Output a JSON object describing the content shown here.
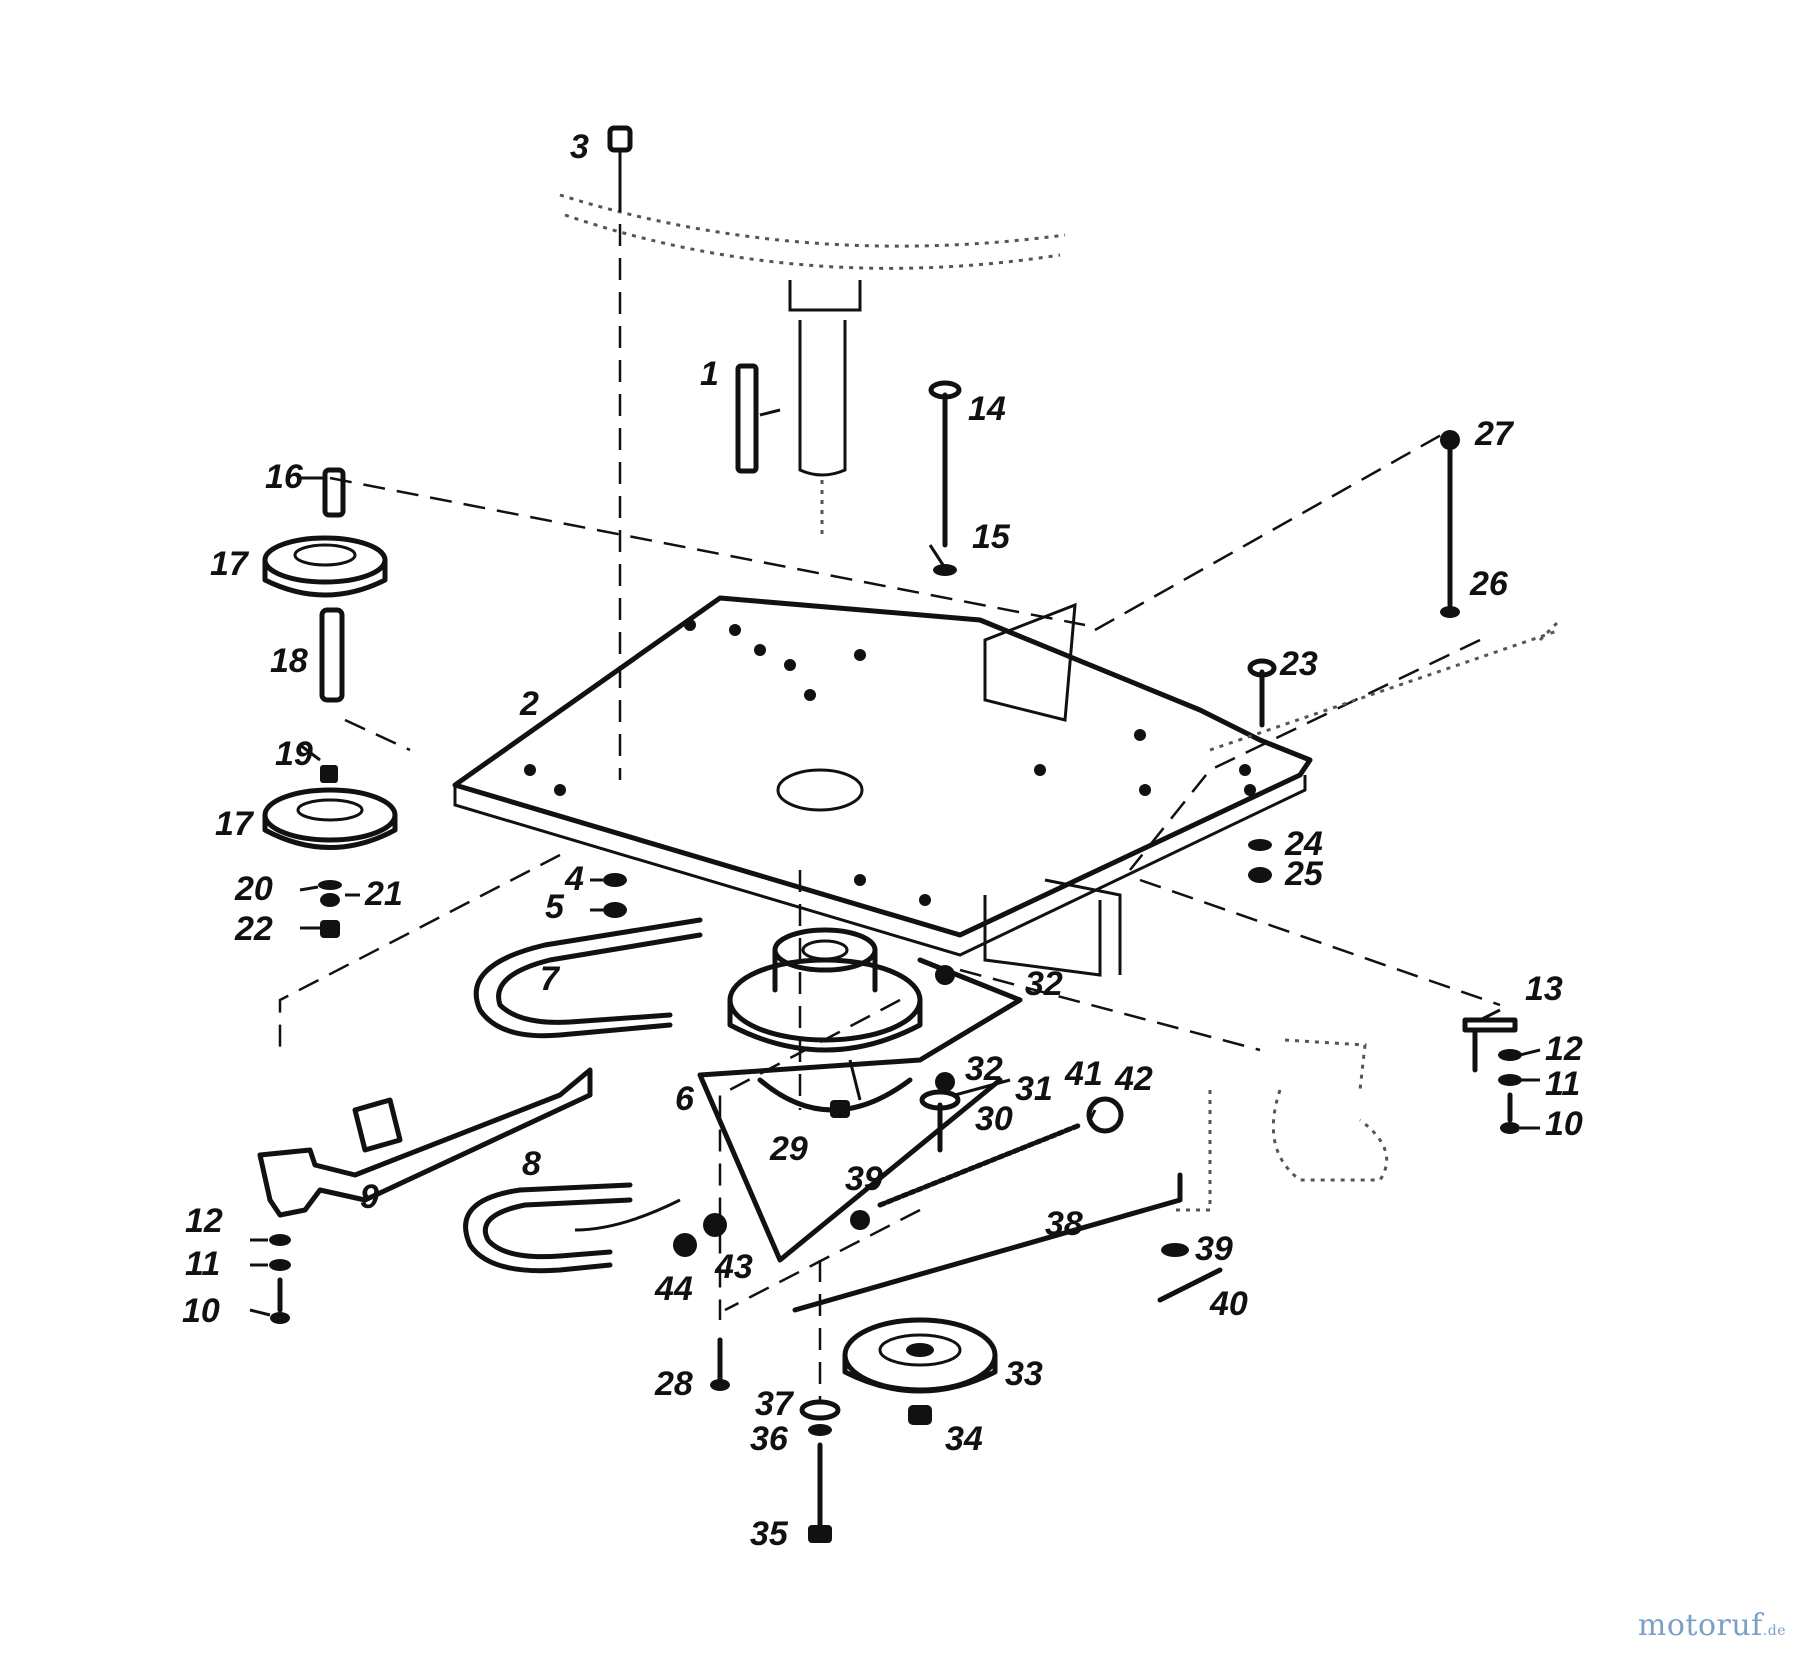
{
  "callouts": [
    {
      "id": "c3",
      "text": "3"
    },
    {
      "id": "c1",
      "text": "1"
    },
    {
      "id": "c14",
      "text": "14"
    },
    {
      "id": "c27",
      "text": "27"
    },
    {
      "id": "c16",
      "text": "16"
    },
    {
      "id": "c17a",
      "text": "17"
    },
    {
      "id": "c15",
      "text": "15"
    },
    {
      "id": "c26",
      "text": "26"
    },
    {
      "id": "c18",
      "text": "18"
    },
    {
      "id": "c23",
      "text": "23"
    },
    {
      "id": "c2",
      "text": "2"
    },
    {
      "id": "c19",
      "text": "19"
    },
    {
      "id": "c17b",
      "text": "17"
    },
    {
      "id": "c24",
      "text": "24"
    },
    {
      "id": "c25",
      "text": "25"
    },
    {
      "id": "c20",
      "text": "20"
    },
    {
      "id": "c21",
      "text": "21"
    },
    {
      "id": "c4",
      "text": "4"
    },
    {
      "id": "c5",
      "text": "5"
    },
    {
      "id": "c22",
      "text": "22"
    },
    {
      "id": "c7",
      "text": "7"
    },
    {
      "id": "c32a",
      "text": "32"
    },
    {
      "id": "c13",
      "text": "13"
    },
    {
      "id": "c12a",
      "text": "12"
    },
    {
      "id": "c32b",
      "text": "32"
    },
    {
      "id": "c31",
      "text": "31"
    },
    {
      "id": "c41",
      "text": "41"
    },
    {
      "id": "c42",
      "text": "42"
    },
    {
      "id": "c11a",
      "text": "11"
    },
    {
      "id": "c6",
      "text": "6"
    },
    {
      "id": "c30",
      "text": "30"
    },
    {
      "id": "c10a",
      "text": "10"
    },
    {
      "id": "c29",
      "text": "29"
    },
    {
      "id": "c8",
      "text": "8"
    },
    {
      "id": "c9",
      "text": "9"
    },
    {
      "id": "c39a",
      "text": "39"
    },
    {
      "id": "c38",
      "text": "38"
    },
    {
      "id": "c12b",
      "text": "12"
    },
    {
      "id": "c39b",
      "text": "39"
    },
    {
      "id": "c11b",
      "text": "11"
    },
    {
      "id": "c43",
      "text": "43"
    },
    {
      "id": "c44",
      "text": "44"
    },
    {
      "id": "c40",
      "text": "40"
    },
    {
      "id": "c10b",
      "text": "10"
    },
    {
      "id": "c33",
      "text": "33"
    },
    {
      "id": "c28",
      "text": "28"
    },
    {
      "id": "c37",
      "text": "37"
    },
    {
      "id": "c36",
      "text": "36"
    },
    {
      "id": "c34",
      "text": "34"
    },
    {
      "id": "c35",
      "text": "35"
    }
  ],
  "watermark": {
    "brand": "motoruf",
    "tld": ".de"
  },
  "colors": {
    "ink": "#111111",
    "background": "#ffffff",
    "watermark": "#7aa0c8"
  }
}
